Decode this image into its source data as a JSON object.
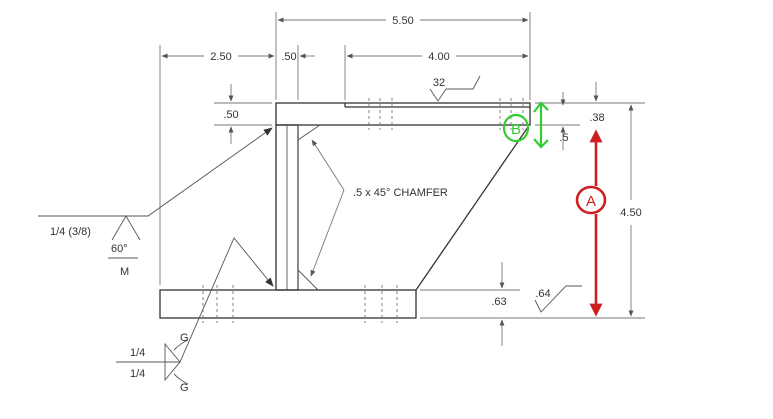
{
  "dimensions": {
    "overall_width": "5.50",
    "left_overhang": "2.50",
    "web_thickness": ".50",
    "top_right_length": "4.00",
    "top_plate_thickness": ".50",
    "right_top_thickness": ".38",
    "right_step": ".5",
    "overall_height": "4.50",
    "base_thickness": ".63"
  },
  "finish_marks": {
    "top": "32",
    "base": ".64"
  },
  "notes": {
    "chamfer": ".5 x 45° CHAMFER"
  },
  "weld_left": {
    "size": "1/4 (3/8)",
    "angle": "60°",
    "process": "M"
  },
  "weld_bottom": {
    "upper_size": "1/4",
    "lower_size": "1/4",
    "finish_upper": "G",
    "finish_lower": "G"
  },
  "annotations": {
    "a_label": "A",
    "b_label": "B",
    "a_color": "#cc2020",
    "b_color": "#33cc33"
  }
}
